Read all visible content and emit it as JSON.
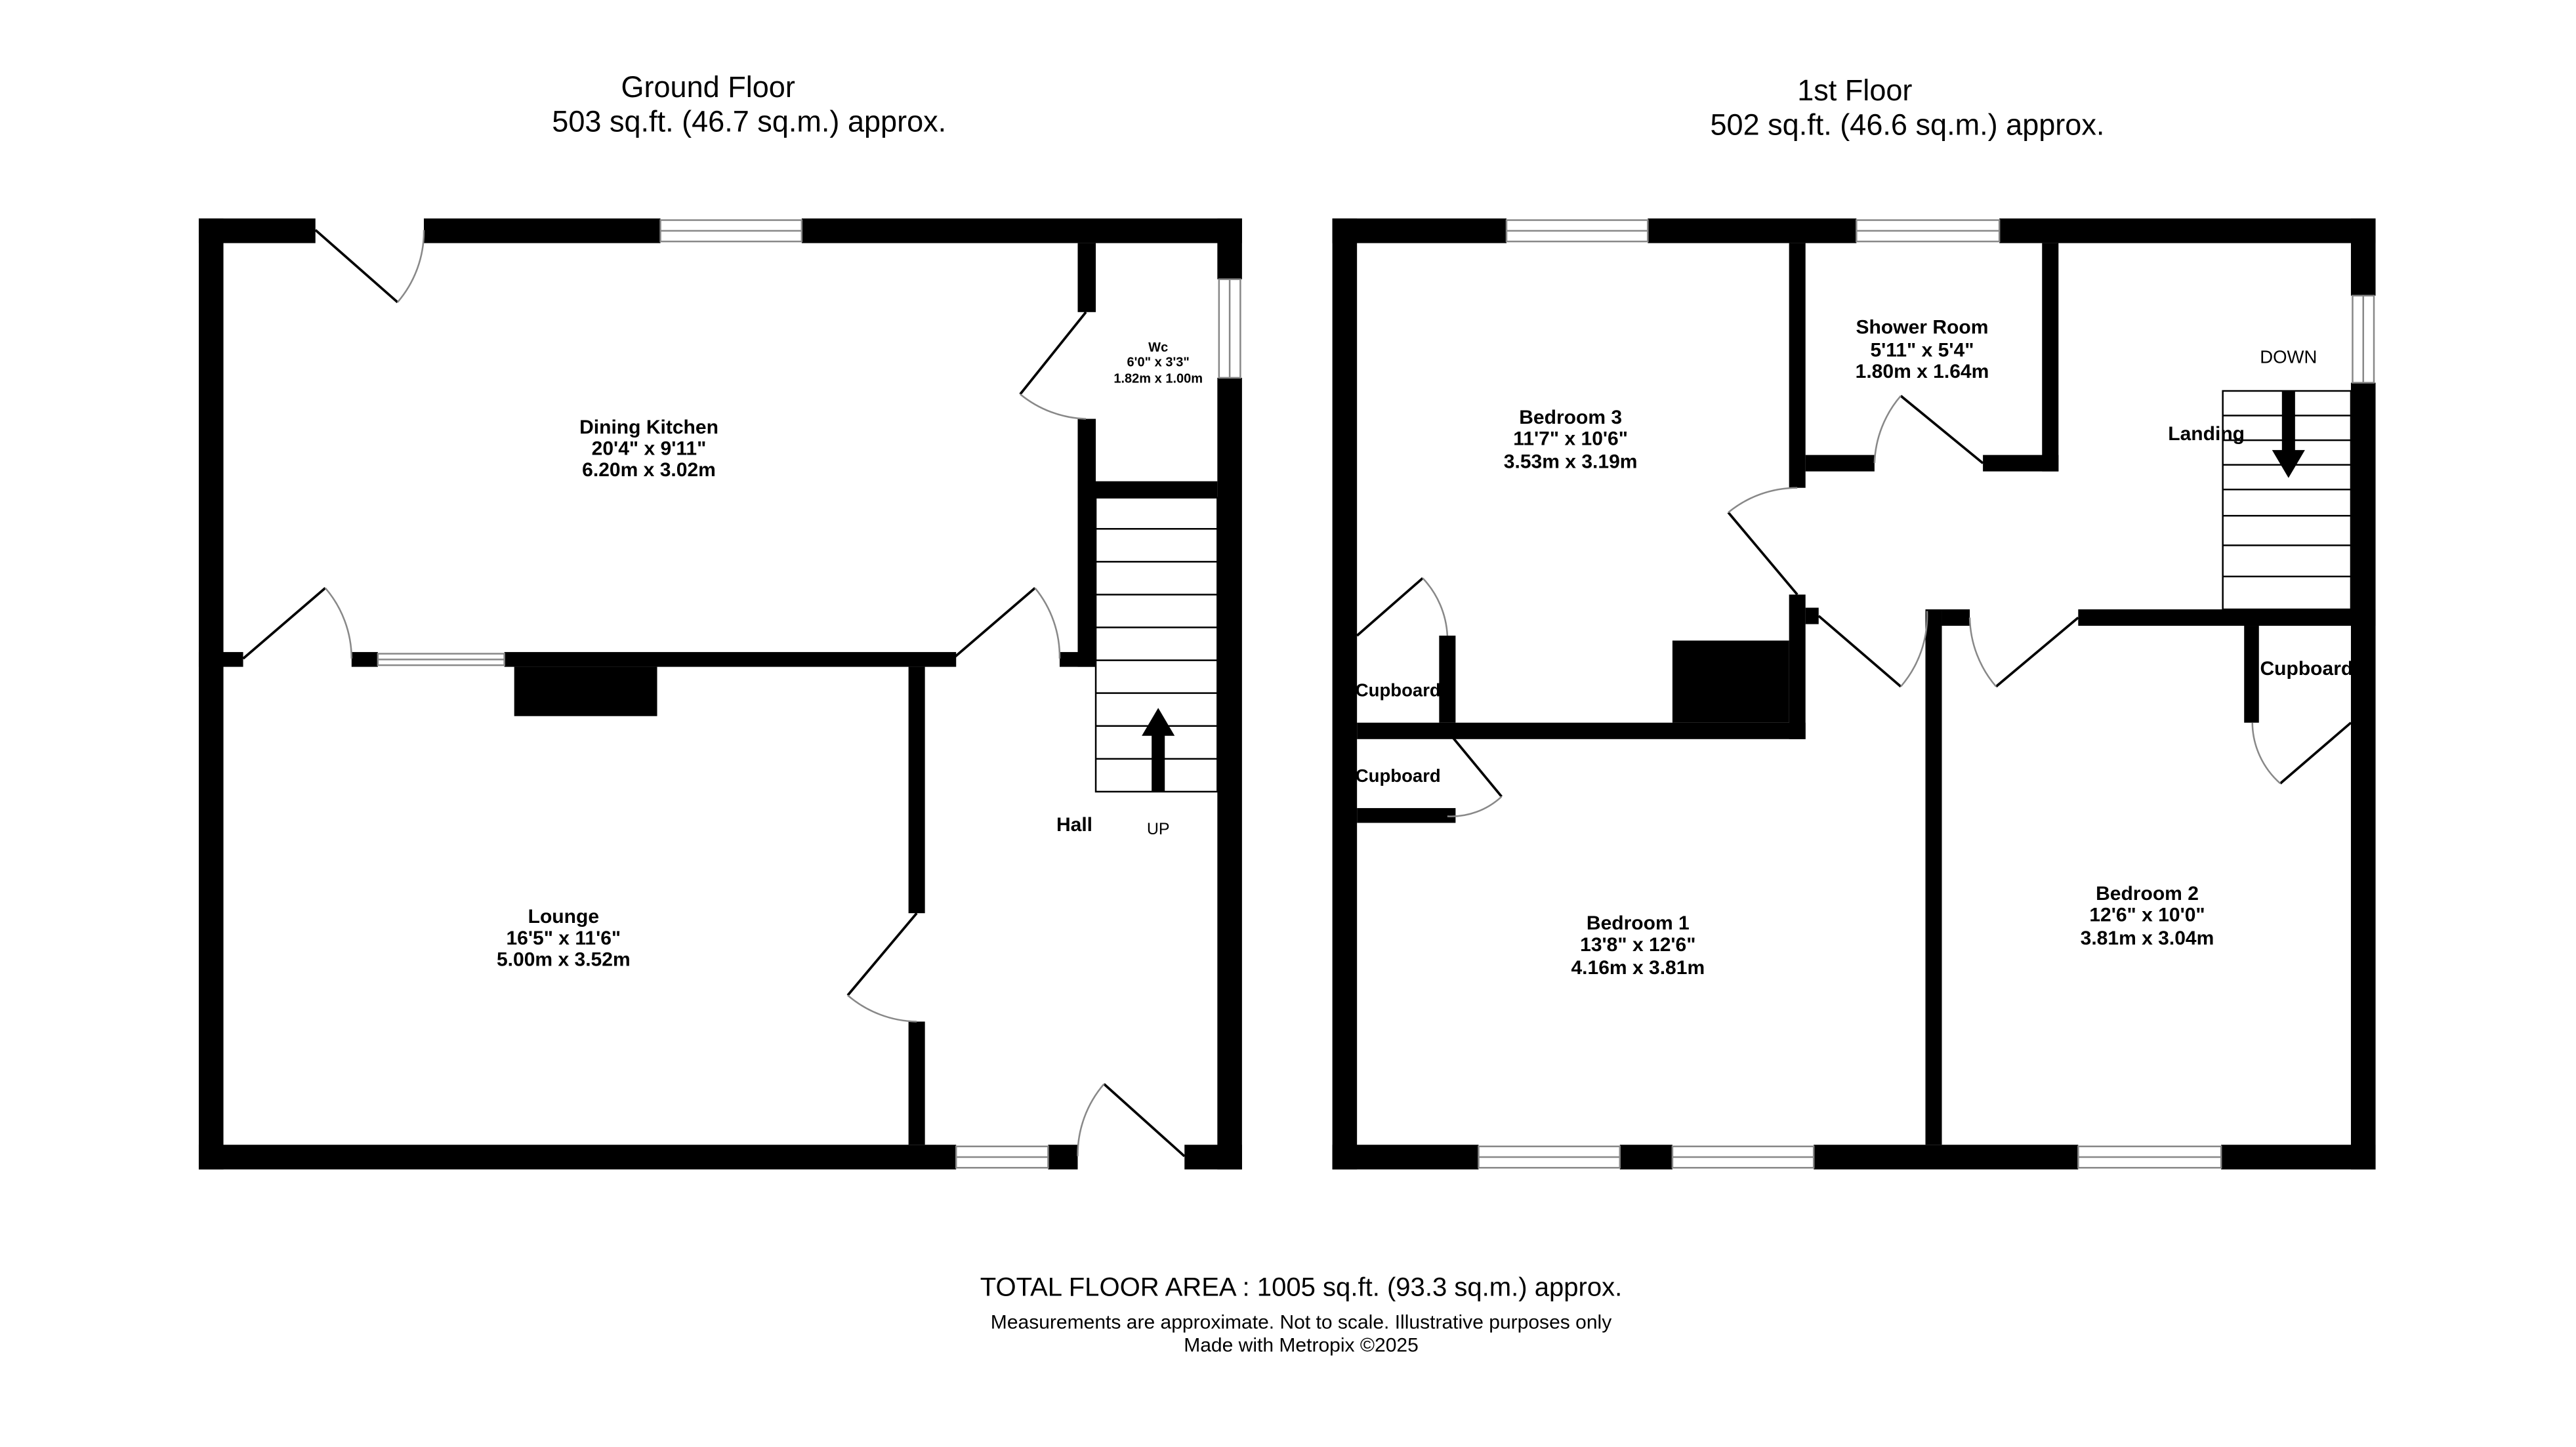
{
  "ground_floor": {
    "title": "Ground Floor",
    "area": "503 sq.ft. (46.7 sq.m.) approx.",
    "rooms": [
      {
        "name": "Dining Kitchen",
        "imperial": "20'4\"  x 9'11\"",
        "metric": "6.20m  x 3.02m"
      },
      {
        "name": "Wc",
        "imperial": "6'0\"  x 3'3\"",
        "metric": "1.82m  x 1.00m"
      },
      {
        "name": "Lounge",
        "imperial": "16'5\"  x 11'6\"",
        "metric": "5.00m  x 3.52m"
      },
      {
        "name": "Hall"
      }
    ],
    "stairs_label": "UP"
  },
  "first_floor": {
    "title": "1st Floor",
    "area": "502 sq.ft. (46.6 sq.m.) approx.",
    "rooms": [
      {
        "name": "Bedroom 3",
        "imperial": "11'7\"  x 10'6\"",
        "metric": "3.53m  x 3.19m"
      },
      {
        "name": "Shower Room",
        "imperial": "5'11\"  x 5'4\"",
        "metric": "1.80m  x 1.64m"
      },
      {
        "name": "Landing"
      },
      {
        "name": "Cupboard"
      },
      {
        "name": "Cupboard"
      },
      {
        "name": "Bedroom 1",
        "imperial": "13'8\"  x 12'6\"",
        "metric": "4.16m  x 3.81m"
      },
      {
        "name": "Cupboard"
      },
      {
        "name": "Bedroom 2",
        "imperial": "12'6\"  x 10'0\"",
        "metric": "3.81m  x 3.04m"
      }
    ],
    "stairs_label": "DOWN"
  },
  "footer": {
    "total": "TOTAL FLOOR AREA : 1005 sq.ft. (93.3 sq.m.) approx.",
    "disclaimer": "Measurements are approximate.  Not to scale.  Illustrative purposes only",
    "credit": "Made with Metropix ©2025"
  }
}
